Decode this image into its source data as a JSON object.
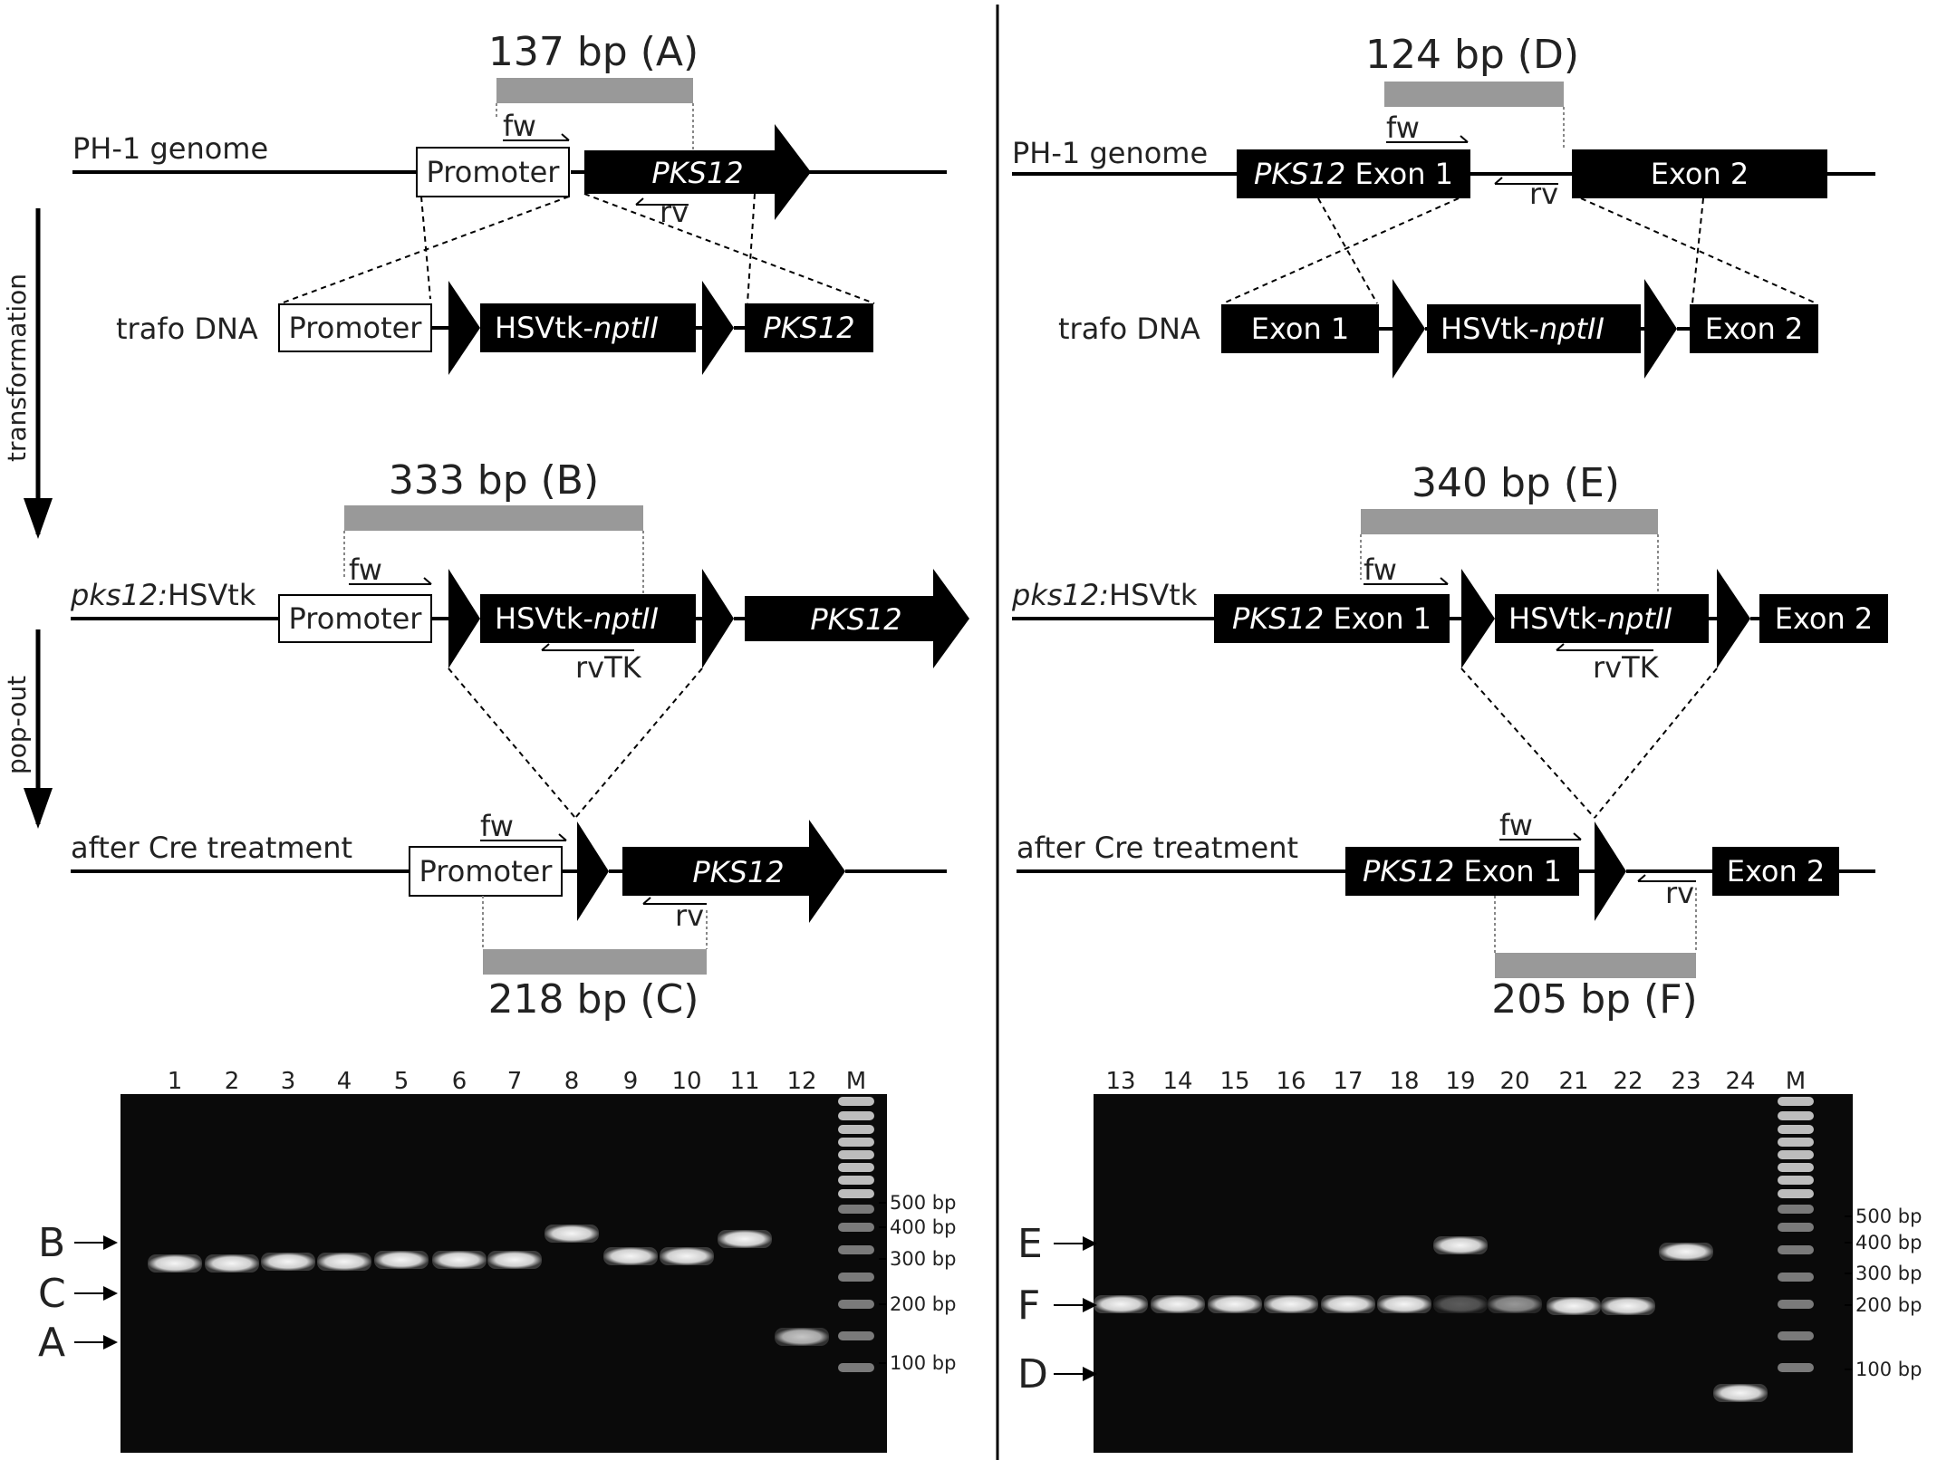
{
  "left": {
    "amp_a": "137 bp (A)",
    "amp_b": "333 bp (B)",
    "amp_c": "218 bp (C)",
    "row_genome": "PH-1 genome",
    "row_trafo": "trafo DNA",
    "row_pks_prefix": "pks12:",
    "row_pks_suffix": "HSVtk",
    "row_cre": "after Cre treatment",
    "promoter": "Promoter",
    "pks12": "PKS12",
    "hsvtk": "HSVtk-",
    "nptii": "nptII",
    "fw": "fw",
    "rv": "rv",
    "rvtk": "rvTK",
    "side_transformation": "transformation",
    "side_popout": "pop-out"
  },
  "right": {
    "amp_d": "124 bp (D)",
    "amp_e": "340 bp (E)",
    "amp_f": "205 bp (F)",
    "row_genome": "PH-1 genome",
    "row_trafo": "trafo DNA",
    "row_pks_prefix": "pks12:",
    "row_pks_suffix": "HSVtk",
    "row_cre": "after Cre treatment",
    "exon1_full_prefix": "PKS12",
    "exon1_full_suffix": " Exon 1",
    "exon1": "Exon 1",
    "exon2": "Exon 2",
    "hsvtk": "HSVtk-",
    "nptii": "nptII",
    "fw": "fw",
    "rv": "rv",
    "rvtk": "rvTK"
  },
  "gel_left": {
    "lanes": [
      "1",
      "2",
      "3",
      "4",
      "5",
      "6",
      "7",
      "8",
      "9",
      "10",
      "11",
      "12",
      "M"
    ],
    "markers": [
      "500 bp",
      "400 bp",
      "300 bp",
      "200 bp",
      "100 bp"
    ],
    "band_labels": [
      "B",
      "C",
      "A"
    ]
  },
  "gel_right": {
    "lanes": [
      "13",
      "14",
      "15",
      "16",
      "17",
      "18",
      "19",
      "20",
      "21",
      "22",
      "23",
      "24",
      "M"
    ],
    "markers": [
      "500 bp",
      "400 bp",
      "300 bp",
      "200 bp",
      "100 bp"
    ],
    "band_labels": [
      "E",
      "F",
      "D"
    ]
  },
  "colors": {
    "bar": "#999999",
    "box": "#000000",
    "gel_bg": "#0a0a0a",
    "band": "#e8e8e8"
  }
}
